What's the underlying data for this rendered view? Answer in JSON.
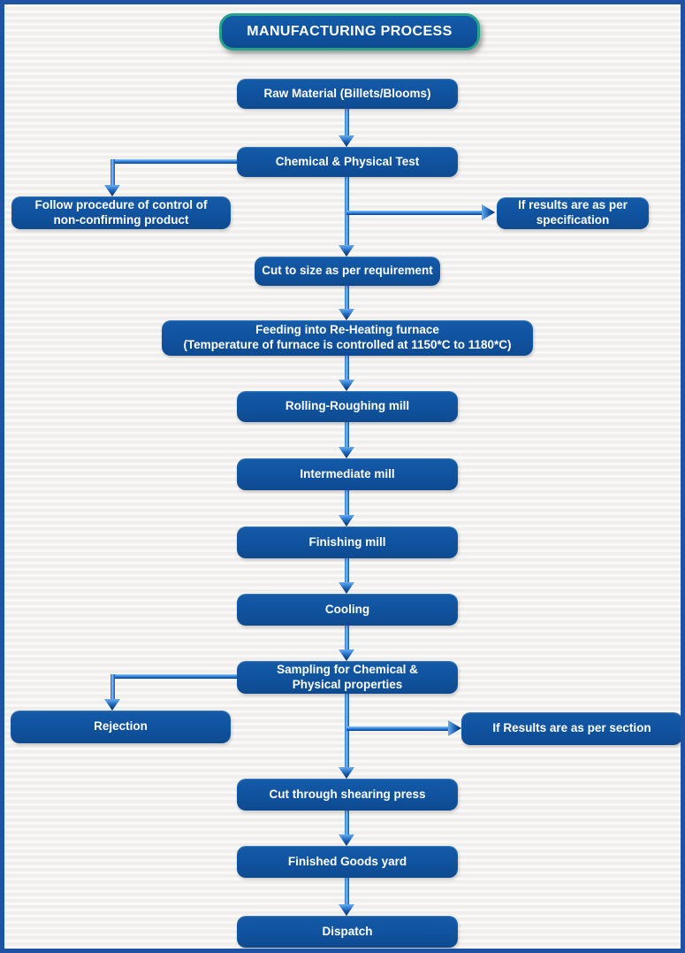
{
  "diagram": {
    "title": "MANUFACTURING PROCESS",
    "nodes": {
      "raw_material": {
        "label": "Raw Material (Billets/Blooms)"
      },
      "chemical_physical_test": {
        "label": "Chemical & Physical Test"
      },
      "follow_procedure": {
        "label": "Follow procedure of control of\nnon-confirming product"
      },
      "if_results_specification": {
        "label": "If results are as per\nspecification"
      },
      "cut_to_size": {
        "label": "Cut to size as per requirement"
      },
      "feeding_furnace": {
        "label": "Feeding into Re-Heating furnace\n(Temperature of furnace is controlled at 1150*C to 1180*C)"
      },
      "rolling_roughing_mill": {
        "label": "Rolling-Roughing mill"
      },
      "intermediate_mill": {
        "label": "Intermediate mill"
      },
      "finishing_mill": {
        "label": "Finishing mill"
      },
      "cooling": {
        "label": "Cooling"
      },
      "sampling": {
        "label": "Sampling for Chemical &\nPhysical properties"
      },
      "rejection": {
        "label": "Rejection"
      },
      "if_results_section": {
        "label": "If Results are as per section"
      },
      "cut_shearing_press": {
        "label": "Cut through shearing press"
      },
      "finished_goods_yard": {
        "label": "Finished Goods yard"
      },
      "dispatch": {
        "label": "Dispatch"
      }
    },
    "colors": {
      "node_fill": "#10529e",
      "title_border": "#27a18c",
      "page_border": "#1e52a2",
      "background": "#f3f2f0",
      "arrow_light": "#7cbdf8",
      "arrow_dark": "#092b5e",
      "text": "#ffffff"
    }
  }
}
